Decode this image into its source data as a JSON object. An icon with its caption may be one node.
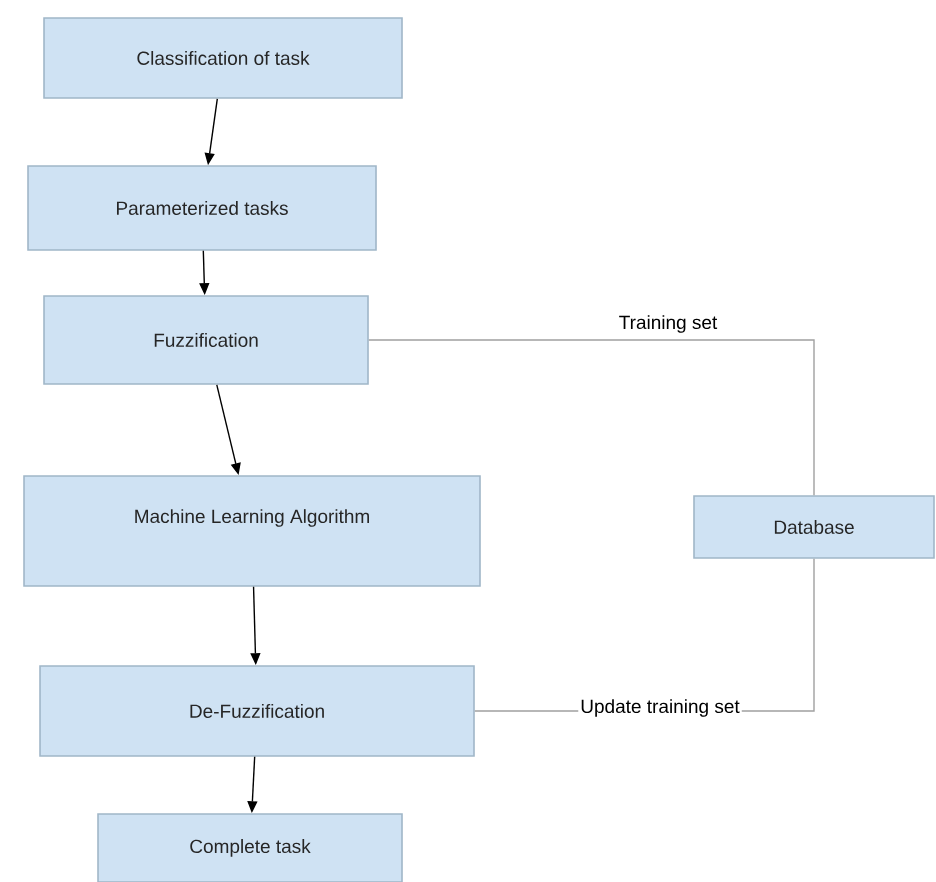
{
  "diagram": {
    "nodes": [
      {
        "text": [
          "Classification of task"
        ]
      },
      {
        "text": [
          "Parameterized tasks"
        ]
      },
      {
        "text": [
          "Fuzzification"
        ]
      },
      {
        "text": [
          "Machine Learning Algorithm"
        ]
      },
      {
        "text": [
          "De-Fuzzification"
        ]
      },
      {
        "text": [
          "Complete task"
        ]
      },
      {
        "text": [
          "Database"
        ]
      }
    ],
    "edges": [
      {
        "from": 0,
        "to": 1,
        "arrow": "to"
      },
      {
        "from": 1,
        "to": 2,
        "arrow": "to"
      },
      {
        "from": 2,
        "to": 3,
        "arrow": "to"
      },
      {
        "from": 3,
        "to": 4,
        "arrow": "to"
      },
      {
        "from": 4,
        "to": 5,
        "arrow": "to"
      },
      {
        "from": 2,
        "to": 6,
        "arrow": "none",
        "label": "Training set",
        "color": "#a0a0a0"
      },
      {
        "from": 6,
        "to": 4,
        "arrow": "none",
        "label": "Update training set",
        "color": "#a0a0a0"
      }
    ]
  }
}
